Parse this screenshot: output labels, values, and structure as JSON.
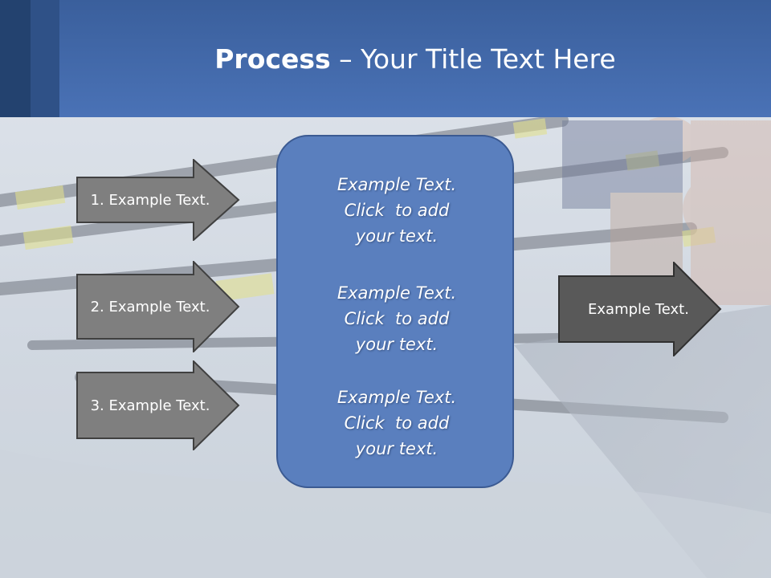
{
  "title": {
    "bold": "Process",
    "rest": " – Your Title Text Here"
  },
  "left_arrows": [
    {
      "label": "1. Example Text."
    },
    {
      "label": "2. Example Text."
    },
    {
      "label": "3. Example Text."
    }
  ],
  "center_box": {
    "blocks": [
      {
        "line1": "Example Text.",
        "line2": "Click  to add",
        "line3": "your text."
      },
      {
        "line1": "Example Text.",
        "line2": "Click  to add",
        "line3": "your text."
      },
      {
        "line1": "Example Text.",
        "line2": "Click  to add",
        "line3": "your text."
      }
    ]
  },
  "right_arrow": {
    "label": "Example Text."
  },
  "colors": {
    "title_band": "#4a72b6",
    "center_box_fill": "#5a7fbe",
    "left_arrow_fill": "#7f7f7f",
    "right_arrow_fill": "#595959"
  }
}
